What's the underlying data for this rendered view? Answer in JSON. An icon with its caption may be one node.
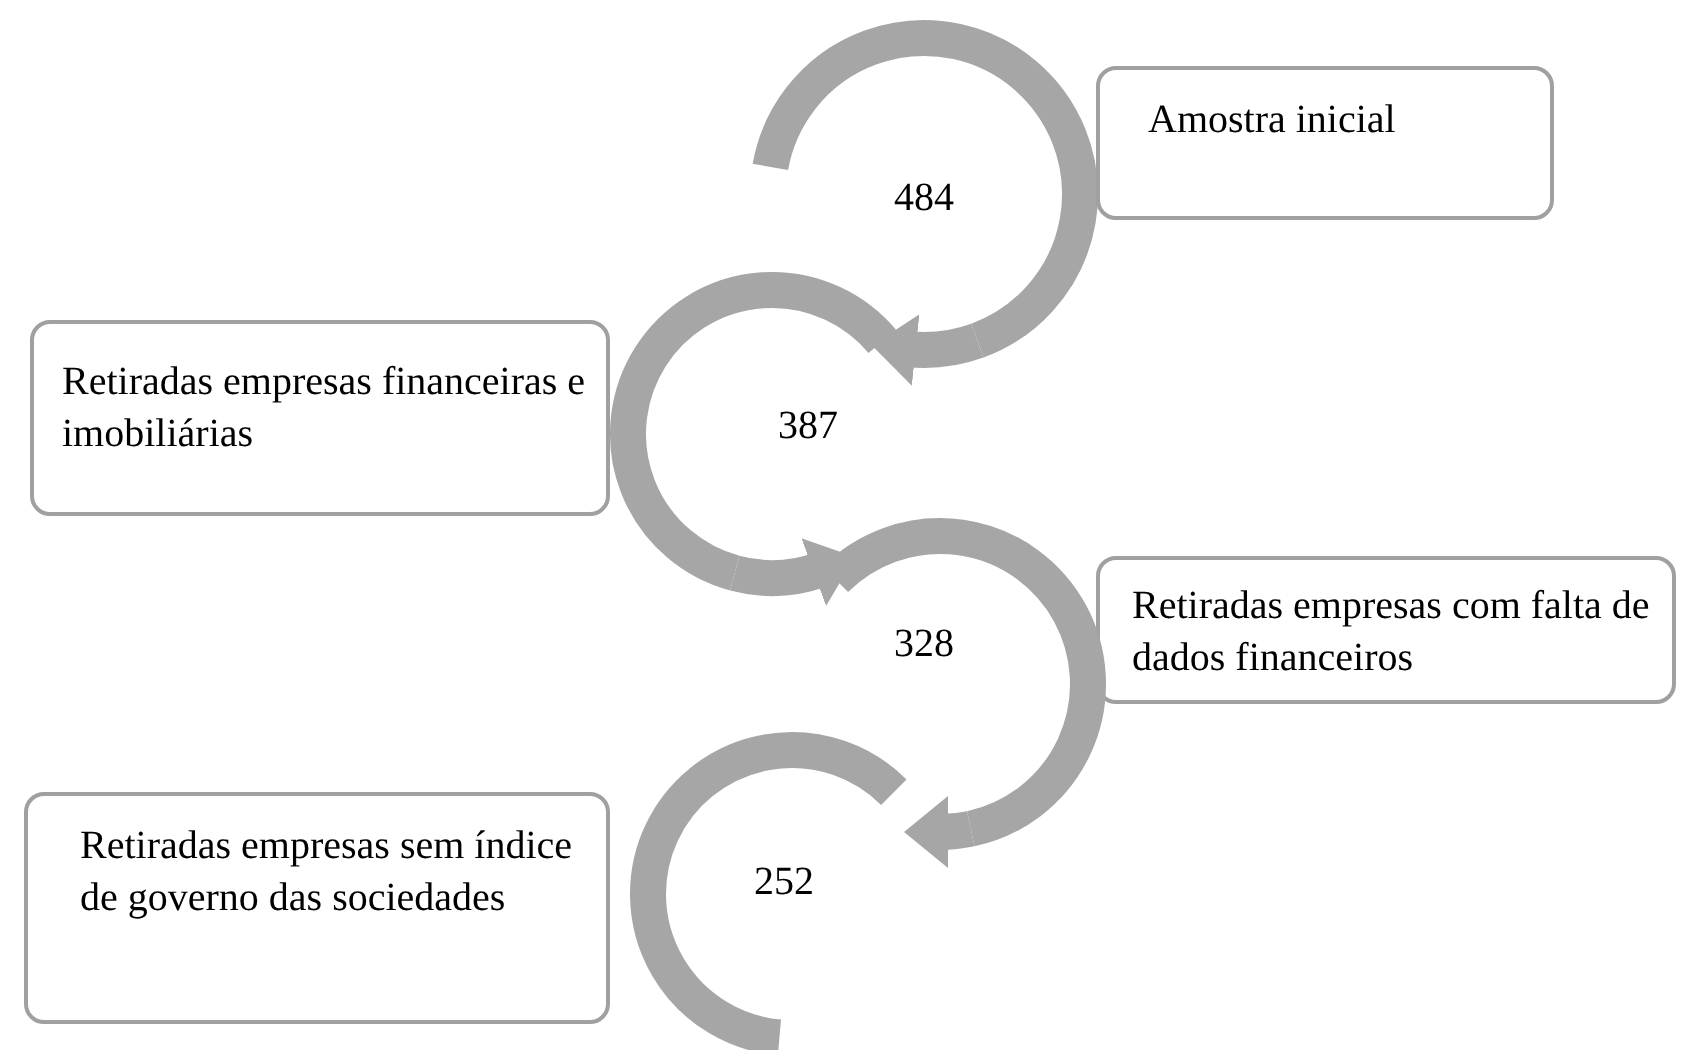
{
  "diagram": {
    "nodes": [
      {
        "text": [
          "484"
        ]
      },
      {
        "text": [
          "Amostra inicial"
        ]
      },
      {
        "text": [
          "Retiradas empresas financeiras e imobiliárias"
        ]
      },
      {
        "text": [
          "387"
        ]
      },
      {
        "text": [
          "Retiradas empresas com falta de dados financeiros"
        ]
      },
      {
        "text": [
          "328"
        ]
      },
      {
        "text": [
          "Retiradas empresas sem índice de governo das sociedades"
        ]
      },
      {
        "text": [
          "252"
        ]
      }
    ],
    "edges": [
      {
        "from": 0,
        "to": 3,
        "arrow": "to"
      },
      {
        "from": 3,
        "to": 5,
        "arrow": "to"
      },
      {
        "from": 5,
        "to": 7,
        "arrow": "to"
      }
    ]
  }
}
